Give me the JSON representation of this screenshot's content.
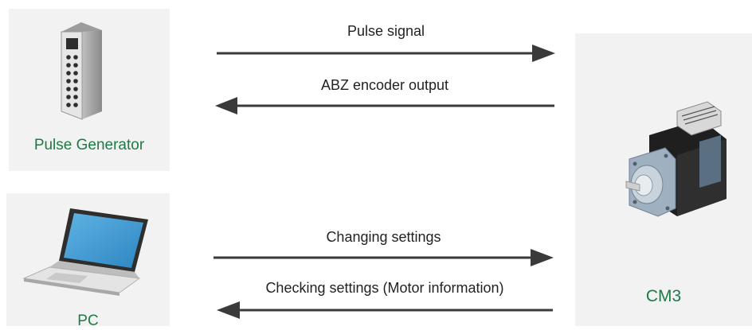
{
  "nodes": {
    "pulse_generator": {
      "label": "Pulse Generator"
    },
    "pc": {
      "label": "PC"
    },
    "motor": {
      "label": "CM3"
    }
  },
  "arrows": {
    "pulse_signal": {
      "label": "Pulse signal",
      "direction": "right"
    },
    "abz_output": {
      "label": "ABZ encoder output",
      "direction": "left"
    },
    "changing_settings": {
      "label": "Changing settings",
      "direction": "right"
    },
    "checking_settings": {
      "label": "Checking settings (Motor information)",
      "direction": "left"
    }
  },
  "colors": {
    "label_green": "#1f7a45",
    "arrow": "#3a3a3a",
    "panel_bg": "#f2f2f2"
  }
}
